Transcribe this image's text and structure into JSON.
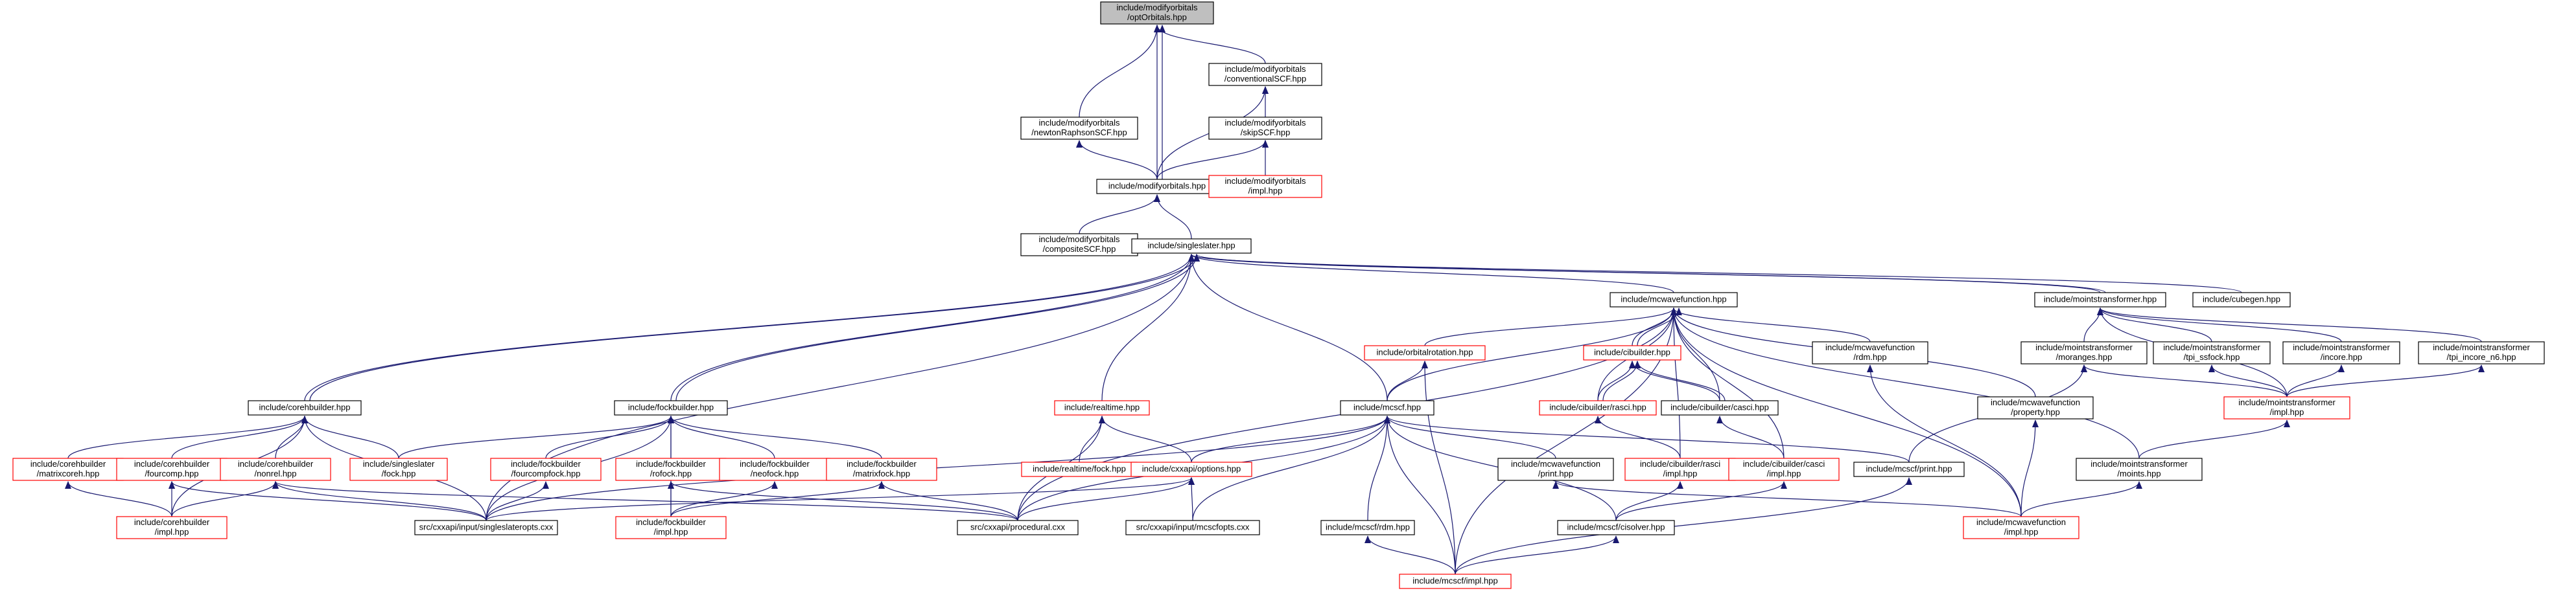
{
  "diagram": {
    "nodes": [
      {
        "id": "optOrbitals",
        "lines": [
          "include/modifyorbitals",
          "/optOrbitals.hpp"
        ],
        "style": "root"
      },
      {
        "id": "conventionalSCF",
        "lines": [
          "include/modifyorbitals",
          "/conventionalSCF.hpp"
        ],
        "style": "black"
      },
      {
        "id": "newtonRaphsonSCF",
        "lines": [
          "include/modifyorbitals",
          "/newtonRaphsonSCF.hpp"
        ],
        "style": "black"
      },
      {
        "id": "skipSCF",
        "lines": [
          "include/modifyorbitals",
          "/skipSCF.hpp"
        ],
        "style": "black"
      },
      {
        "id": "modifyorbitals",
        "lines": [
          "include/modifyorbitals.hpp"
        ],
        "style": "black"
      },
      {
        "id": "mo_impl",
        "lines": [
          "include/modifyorbitals",
          "/impl.hpp"
        ],
        "style": "red"
      },
      {
        "id": "compositeSCF",
        "lines": [
          "include/modifyorbitals",
          "/compositeSCF.hpp"
        ],
        "style": "black"
      },
      {
        "id": "singleslater",
        "lines": [
          "include/singleslater.hpp"
        ],
        "style": "black"
      },
      {
        "id": "mcwavefunction",
        "lines": [
          "include/mcwavefunction.hpp"
        ],
        "style": "black"
      },
      {
        "id": "mointstransformer",
        "lines": [
          "include/mointstransformer.hpp"
        ],
        "style": "black"
      },
      {
        "id": "cubegen",
        "lines": [
          "include/cubegen.hpp"
        ],
        "style": "black"
      },
      {
        "id": "orbitalrotation",
        "lines": [
          "include/orbitalrotation.hpp"
        ],
        "style": "red"
      },
      {
        "id": "cibuilder",
        "lines": [
          "include/cibuilder.hpp"
        ],
        "style": "red"
      },
      {
        "id": "mcw_rdm",
        "lines": [
          "include/mcwavefunction",
          "/rdm.hpp"
        ],
        "style": "black"
      },
      {
        "id": "moranges",
        "lines": [
          "include/mointstransformer",
          "/moranges.hpp"
        ],
        "style": "black"
      },
      {
        "id": "tpi_ssfock",
        "lines": [
          "include/mointstransformer",
          "/tpi_ssfock.hpp"
        ],
        "style": "black"
      },
      {
        "id": "incore",
        "lines": [
          "include/mointstransformer",
          "/incore.hpp"
        ],
        "style": "black"
      },
      {
        "id": "tpi_incore_n6",
        "lines": [
          "include/mointstransformer",
          "/tpi_incore_n6.hpp"
        ],
        "style": "black"
      },
      {
        "id": "corehbuilder",
        "lines": [
          "include/corehbuilder.hpp"
        ],
        "style": "black"
      },
      {
        "id": "fockbuilder",
        "lines": [
          "include/fockbuilder.hpp"
        ],
        "style": "black"
      },
      {
        "id": "realtime",
        "lines": [
          "include/realtime.hpp"
        ],
        "style": "red"
      },
      {
        "id": "mcscf",
        "lines": [
          "include/mcscf.hpp"
        ],
        "style": "black"
      },
      {
        "id": "cib_rasci",
        "lines": [
          "include/cibuilder/rasci.hpp"
        ],
        "style": "red"
      },
      {
        "id": "cib_casci",
        "lines": [
          "include/cibuilder/casci.hpp"
        ],
        "style": "black"
      },
      {
        "id": "mcw_property",
        "lines": [
          "include/mcwavefunction",
          "/property.hpp"
        ],
        "style": "black"
      },
      {
        "id": "moi_impl",
        "lines": [
          "include/mointstransformer",
          "/impl.hpp"
        ],
        "style": "red"
      },
      {
        "id": "matrixcoreh",
        "lines": [
          "include/corehbuilder",
          "/matrixcoreh.hpp"
        ],
        "style": "red"
      },
      {
        "id": "fourcomp",
        "lines": [
          "include/corehbuilder",
          "/fourcomp.hpp"
        ],
        "style": "red"
      },
      {
        "id": "nonrel",
        "lines": [
          "include/corehbuilder",
          "/nonrel.hpp"
        ],
        "style": "red"
      },
      {
        "id": "ss_fock",
        "lines": [
          "include/singleslater",
          "/fock.hpp"
        ],
        "style": "red"
      },
      {
        "id": "fourcompfock",
        "lines": [
          "include/fockbuilder",
          "/fourcompfock.hpp"
        ],
        "style": "red"
      },
      {
        "id": "rofock",
        "lines": [
          "include/fockbuilder",
          "/rofock.hpp"
        ],
        "style": "red"
      },
      {
        "id": "neofock",
        "lines": [
          "include/fockbuilder",
          "/neofock.hpp"
        ],
        "style": "red"
      },
      {
        "id": "matrixfock",
        "lines": [
          "include/fockbuilder",
          "/matrixfock.hpp"
        ],
        "style": "red"
      },
      {
        "id": "rt_fock",
        "lines": [
          "include/realtime/fock.hpp"
        ],
        "style": "red"
      },
      {
        "id": "cxxapi_options",
        "lines": [
          "include/cxxapi/options.hpp"
        ],
        "style": "red"
      },
      {
        "id": "mcw_print",
        "lines": [
          "include/mcwavefunction",
          "/print.hpp"
        ],
        "style": "black"
      },
      {
        "id": "rasci_impl",
        "lines": [
          "include/cibuilder/rasci",
          "/impl.hpp"
        ],
        "style": "red"
      },
      {
        "id": "casci_impl",
        "lines": [
          "include/cibuilder/casci",
          "/impl.hpp"
        ],
        "style": "red"
      },
      {
        "id": "mcscf_print",
        "lines": [
          "include/mcscf/print.hpp"
        ],
        "style": "black"
      },
      {
        "id": "moints",
        "lines": [
          "include/mointstransformer",
          "/moints.hpp"
        ],
        "style": "black"
      },
      {
        "id": "ch_impl",
        "lines": [
          "include/corehbuilder",
          "/impl.hpp"
        ],
        "style": "red"
      },
      {
        "id": "singleslateropts",
        "lines": [
          "src/cxxapi/input/singleslateropts.cxx"
        ],
        "style": "black"
      },
      {
        "id": "fb_impl",
        "lines": [
          "include/fockbuilder",
          "/impl.hpp"
        ],
        "style": "red"
      },
      {
        "id": "procedural",
        "lines": [
          "src/cxxapi/procedural.cxx"
        ],
        "style": "black"
      },
      {
        "id": "mcscfopts",
        "lines": [
          "src/cxxapi/input/mcscfopts.cxx"
        ],
        "style": "black"
      },
      {
        "id": "mcscf_rdm",
        "lines": [
          "include/mcscf/rdm.hpp"
        ],
        "style": "black"
      },
      {
        "id": "cisolver",
        "lines": [
          "include/mcscf/cisolver.hpp"
        ],
        "style": "black"
      },
      {
        "id": "mcw_impl",
        "lines": [
          "include/mcwavefunction",
          "/impl.hpp"
        ],
        "style": "red"
      },
      {
        "id": "mcscf_impl",
        "lines": [
          "include/mcscf/impl.hpp"
        ],
        "style": "red"
      }
    ],
    "edges": [
      [
        "optOrbitals",
        "conventionalSCF"
      ],
      [
        "optOrbitals",
        "newtonRaphsonSCF"
      ],
      [
        "optOrbitals",
        "modifyorbitals"
      ],
      [
        "optOrbitals",
        "modifyorbitals"
      ],
      [
        "conventionalSCF",
        "skipSCF"
      ],
      [
        "conventionalSCF",
        "modifyorbitals"
      ],
      [
        "newtonRaphsonSCF",
        "modifyorbitals"
      ],
      [
        "skipSCF",
        "modifyorbitals"
      ],
      [
        "skipSCF",
        "mo_impl"
      ],
      [
        "modifyorbitals",
        "compositeSCF"
      ],
      [
        "modifyorbitals",
        "singleslater"
      ],
      [
        "singleslater",
        "corehbuilder"
      ],
      [
        "singleslater",
        "corehbuilder"
      ],
      [
        "singleslater",
        "fockbuilder"
      ],
      [
        "singleslater",
        "fockbuilder"
      ],
      [
        "singleslater",
        "realtime"
      ],
      [
        "singleslater",
        "mcscf"
      ],
      [
        "singleslater",
        "mcwavefunction"
      ],
      [
        "singleslater",
        "mointstransformer"
      ],
      [
        "singleslater",
        "mointstransformer"
      ],
      [
        "singleslater",
        "cubegen"
      ],
      [
        "singleslater",
        "singleslateropts"
      ],
      [
        "mcwavefunction",
        "orbitalrotation"
      ],
      [
        "mcwavefunction",
        "cibuilder"
      ],
      [
        "mcwavefunction",
        "cibuilder"
      ],
      [
        "mcwavefunction",
        "cib_rasci"
      ],
      [
        "mcwavefunction",
        "cib_casci"
      ],
      [
        "mcwavefunction",
        "mcw_rdm"
      ],
      [
        "mcwavefunction",
        "mcw_property"
      ],
      [
        "mcwavefunction",
        "mcscf"
      ],
      [
        "mcwavefunction",
        "procedural"
      ],
      [
        "mcwavefunction",
        "mcscf_impl"
      ],
      [
        "mcwavefunction",
        "rasci_impl"
      ],
      [
        "mcwavefunction",
        "casci_impl"
      ],
      [
        "mcwavefunction",
        "moints"
      ],
      [
        "mcwavefunction",
        "mcw_impl"
      ],
      [
        "mointstransformer",
        "moranges"
      ],
      [
        "mointstransformer",
        "tpi_ssfock"
      ],
      [
        "mointstransformer",
        "incore"
      ],
      [
        "mointstransformer",
        "tpi_incore_n6"
      ],
      [
        "mointstransformer",
        "moi_impl"
      ],
      [
        "orbitalrotation",
        "mcscf"
      ],
      [
        "orbitalrotation",
        "mcscf_impl"
      ],
      [
        "cibuilder",
        "cib_rasci"
      ],
      [
        "cibuilder",
        "cib_casci"
      ],
      [
        "cibuilder",
        "cib_rasci"
      ],
      [
        "cibuilder",
        "cib_casci"
      ],
      [
        "mcw_rdm",
        "mcw_impl"
      ],
      [
        "mcw_property",
        "mcw_impl"
      ],
      [
        "moranges",
        "moi_impl"
      ],
      [
        "moranges",
        "mcscf_print"
      ],
      [
        "tpi_ssfock",
        "moi_impl"
      ],
      [
        "incore",
        "moi_impl"
      ],
      [
        "tpi_incore_n6",
        "moi_impl"
      ],
      [
        "moi_impl",
        "moints"
      ],
      [
        "moints",
        "mcw_impl"
      ],
      [
        "corehbuilder",
        "matrixcoreh"
      ],
      [
        "corehbuilder",
        "fourcomp"
      ],
      [
        "corehbuilder",
        "nonrel"
      ],
      [
        "corehbuilder",
        "ss_fock"
      ],
      [
        "corehbuilder",
        "ch_impl"
      ],
      [
        "corehbuilder",
        "singleslateropts"
      ],
      [
        "fockbuilder",
        "ss_fock"
      ],
      [
        "fockbuilder",
        "fourcompfock"
      ],
      [
        "fockbuilder",
        "rofock"
      ],
      [
        "fockbuilder",
        "neofock"
      ],
      [
        "fockbuilder",
        "matrixfock"
      ],
      [
        "fockbuilder",
        "fb_impl"
      ],
      [
        "fockbuilder",
        "singleslateropts"
      ],
      [
        "realtime",
        "rt_fock"
      ],
      [
        "realtime",
        "cxxapi_options"
      ],
      [
        "realtime",
        "procedural"
      ],
      [
        "mcscf",
        "cxxapi_options"
      ],
      [
        "mcscf",
        "mcw_print"
      ],
      [
        "mcscf",
        "mcscf_print"
      ],
      [
        "mcscf",
        "mcscf_rdm"
      ],
      [
        "mcscf",
        "cisolver"
      ],
      [
        "mcscf",
        "mcscf_impl"
      ],
      [
        "mcscf",
        "procedural"
      ],
      [
        "mcscf",
        "mcscfopts"
      ],
      [
        "mcscf",
        "singleslateropts"
      ],
      [
        "cib_rasci",
        "rasci_impl"
      ],
      [
        "cib_casci",
        "casci_impl"
      ],
      [
        "rasci_impl",
        "cisolver"
      ],
      [
        "casci_impl",
        "cisolver"
      ],
      [
        "matrixcoreh",
        "ch_impl"
      ],
      [
        "fourcomp",
        "ch_impl"
      ],
      [
        "fourcomp",
        "singleslateropts"
      ],
      [
        "nonrel",
        "ch_impl"
      ],
      [
        "nonrel",
        "singleslateropts"
      ],
      [
        "nonrel",
        "procedural"
      ],
      [
        "fourcompfock",
        "singleslateropts"
      ],
      [
        "neofock",
        "fb_impl"
      ],
      [
        "rofock",
        "fb_impl"
      ],
      [
        "rofock",
        "procedural"
      ],
      [
        "matrixfock",
        "fb_impl"
      ],
      [
        "matrixfock",
        "procedural"
      ],
      [
        "cxxapi_options",
        "singleslateropts"
      ],
      [
        "cxxapi_options",
        "procedural"
      ],
      [
        "cxxapi_options",
        "mcscfopts"
      ],
      [
        "mcw_print",
        "mcw_impl"
      ],
      [
        "mcscf_print",
        "mcscf_impl"
      ],
      [
        "cisolver",
        "mcscf_impl"
      ],
      [
        "mcscf_rdm",
        "mcscf_impl"
      ]
    ]
  }
}
